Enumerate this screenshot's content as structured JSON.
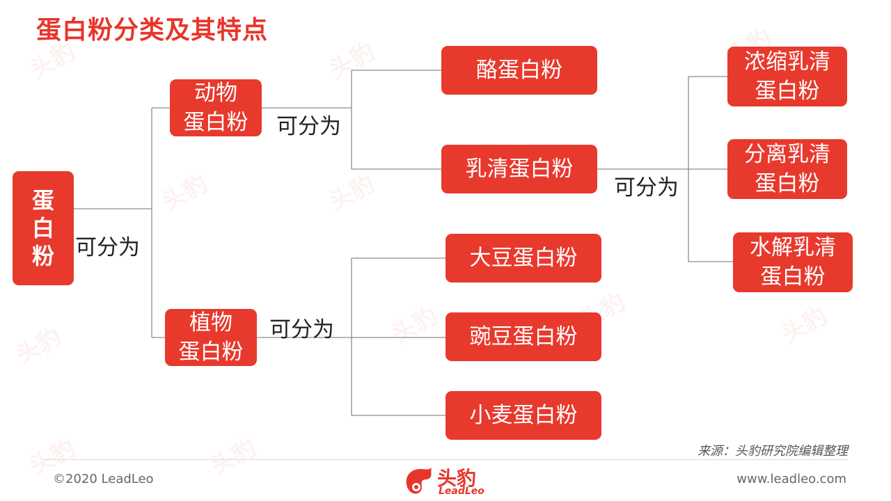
{
  "title": "蛋白粉分类及其特点",
  "nodes": {
    "root": "蛋\n白\n粉",
    "animal": "动物\n蛋白粉",
    "plant": "植物\n蛋白粉",
    "casein": "酪蛋白粉",
    "whey": "乳清蛋白粉",
    "wpc": "浓缩乳清\n蛋白粉",
    "wpi": "分离乳清\n蛋白粉",
    "wph": "水解乳清\n蛋白粉",
    "soy": "大豆蛋白粉",
    "pea": "豌豆蛋白粉",
    "wheat": "小麦蛋白粉"
  },
  "connector_label": "可分为",
  "source": "来源：头豹研究院编辑整理",
  "footer": {
    "copyright": "©2020 LeadLeo",
    "website": "www.leadleo.com",
    "brand_cn": "头豹",
    "brand_en": "LeadLeo"
  },
  "colors": {
    "accent": "#e8352b",
    "node": "#e8392d",
    "line": "#8c8c8c"
  }
}
